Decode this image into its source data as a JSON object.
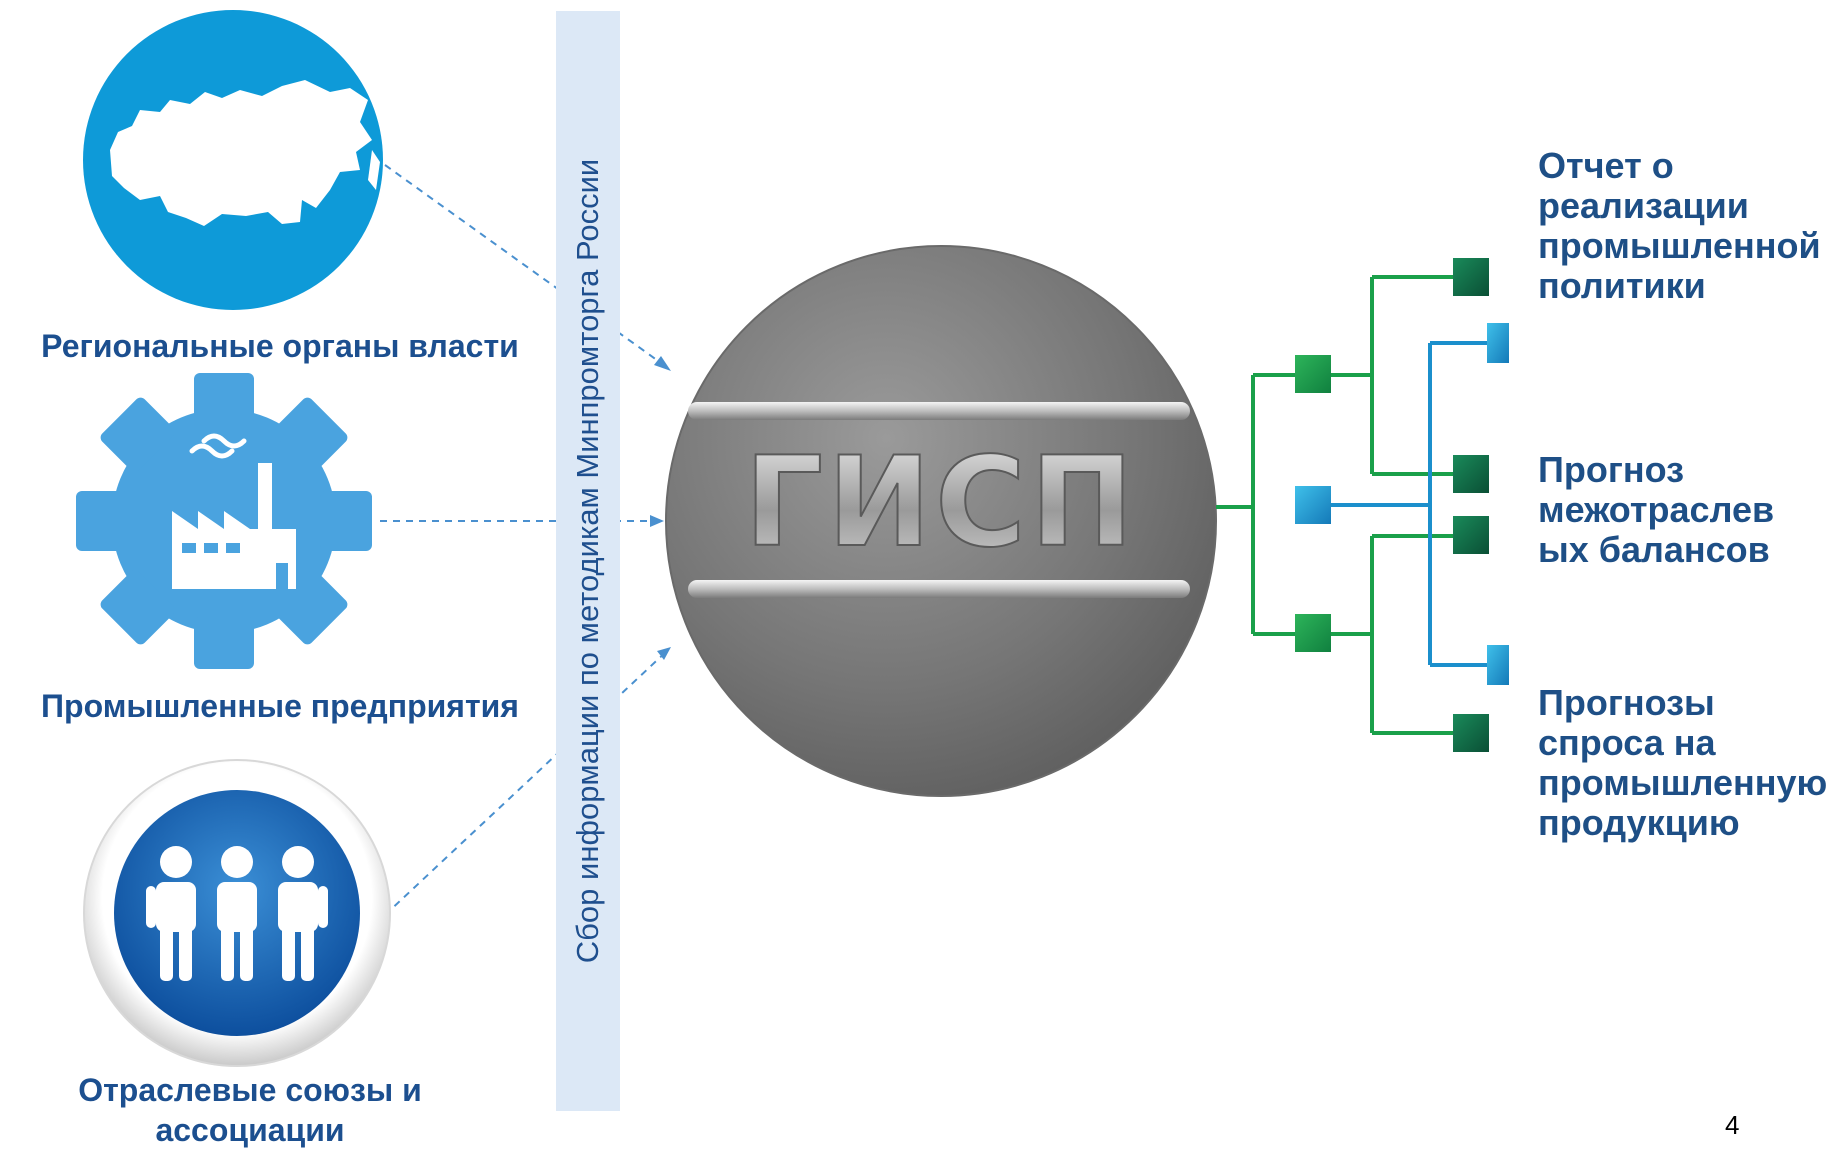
{
  "sidebar_caption": "Сбор информации по методикам Минпромторга России",
  "center": {
    "title": "ГИСП"
  },
  "sources": [
    {
      "label": "Региональные органы власти",
      "icon": "russia-map-icon"
    },
    {
      "label": "Промышленные предприятия",
      "icon": "factory-gear-icon"
    },
    {
      "label": "Отраслевые союзы и ассоциации",
      "label_lines": [
        "Отраслевые союзы и",
        "ассоциации"
      ],
      "icon": "people-group-icon"
    }
  ],
  "outputs": [
    {
      "lines": [
        "Отчет о",
        "реализации",
        "промышленной",
        "политики"
      ]
    },
    {
      "lines": [
        "Прогноз",
        "межотраслев",
        "ых балансов"
      ]
    },
    {
      "lines": [
        "Прогнозы",
        "спроса на",
        "промышленную",
        "продукцию"
      ]
    }
  ],
  "page_number": "4",
  "colors": {
    "label_blue": "#1c4f8f",
    "circle_blue": "#0e9ad8",
    "gear_blue": "#4aa3df",
    "band": "#dce8f6",
    "tree_green": "#1aa04a",
    "tree_dark_green": "#0d6b47",
    "tree_blue": "#1b8fcc",
    "disc_gray": "#7a7a7a"
  }
}
